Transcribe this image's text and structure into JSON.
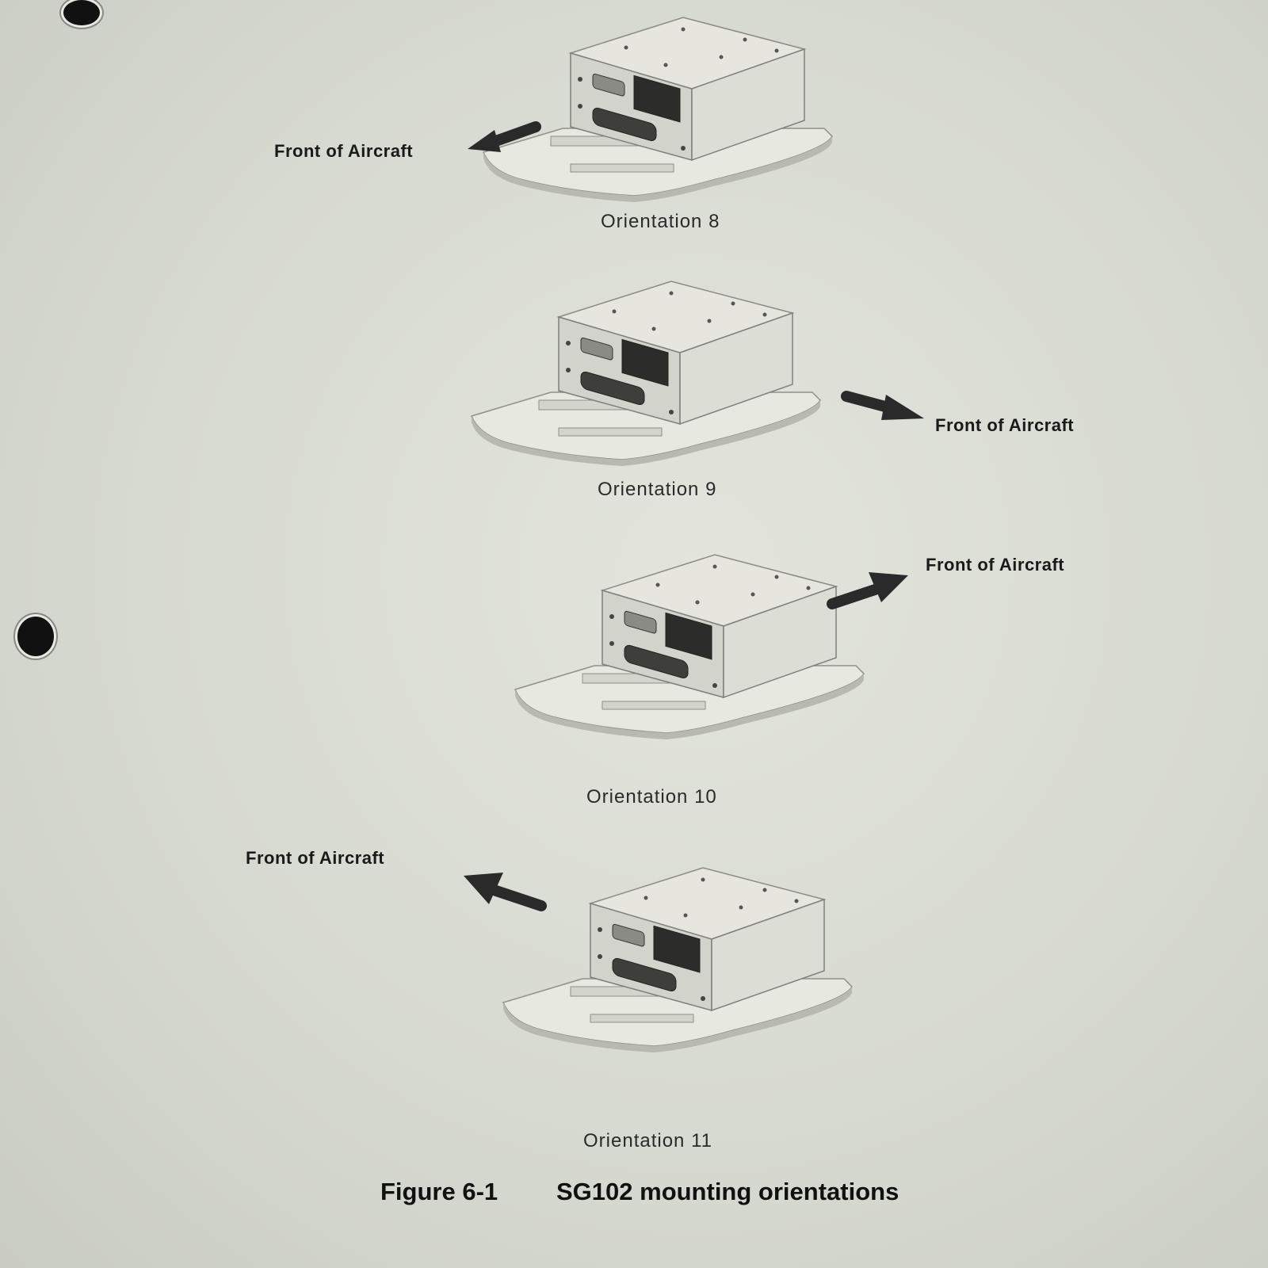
{
  "figure": {
    "number": "Figure 6-1",
    "title": "SG102 mounting orientations"
  },
  "orientations": [
    {
      "caption": "Orientation 8",
      "arrow_label": "Front of Aircraft",
      "arrow_direction": "left-down"
    },
    {
      "caption": "Orientation 9",
      "arrow_label": "Front of Aircraft",
      "arrow_direction": "right-down"
    },
    {
      "caption": "Orientation 10",
      "arrow_label": "Front of Aircraft",
      "arrow_direction": "right-up"
    },
    {
      "caption": "Orientation 11",
      "arrow_label": "Front of Aircraft",
      "arrow_direction": "left-up"
    }
  ],
  "colors": {
    "paper": "#dcdfd5",
    "box_top": "#e4e4dc",
    "box_front": "#cfd0c8",
    "box_side": "#d8d9d1",
    "arrow": "#2a2a2a"
  }
}
